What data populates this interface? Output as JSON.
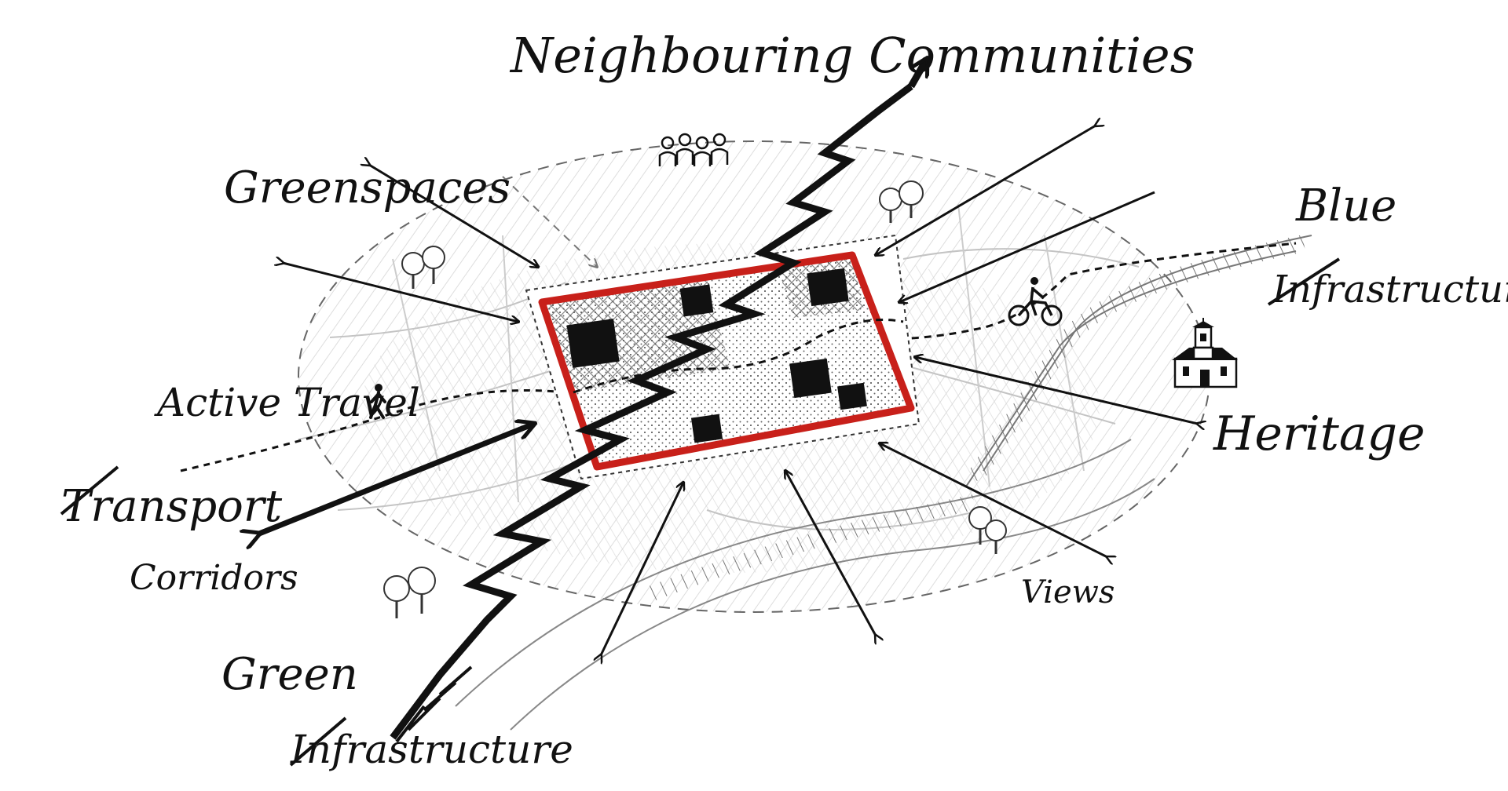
{
  "labels": {
    "neighbouring_communities": "Neighbouring Communities",
    "greenspaces": "Greenspaces",
    "blue_infrastructure_line1": "Blue",
    "blue_infrastructure_line2": "Infrastructure",
    "active_travel": "Active Travel",
    "heritage": "Heritage",
    "transport_corridors_line1": "Transport",
    "transport_corridors_line2": "Corridors",
    "views": "Views",
    "green_infrastructure_line1": "Green",
    "green_infrastructure_line2": "Infrastructure"
  },
  "icons": {
    "community": "people-group-icon",
    "pedestrian": "pedestrian-icon",
    "cyclist": "cyclist-icon",
    "church": "church-icon",
    "trees": "tree-icon"
  },
  "colors": {
    "site_boundary": "#c8201a",
    "ink": "#111111",
    "sketch_grey": "#b5b5b5"
  }
}
